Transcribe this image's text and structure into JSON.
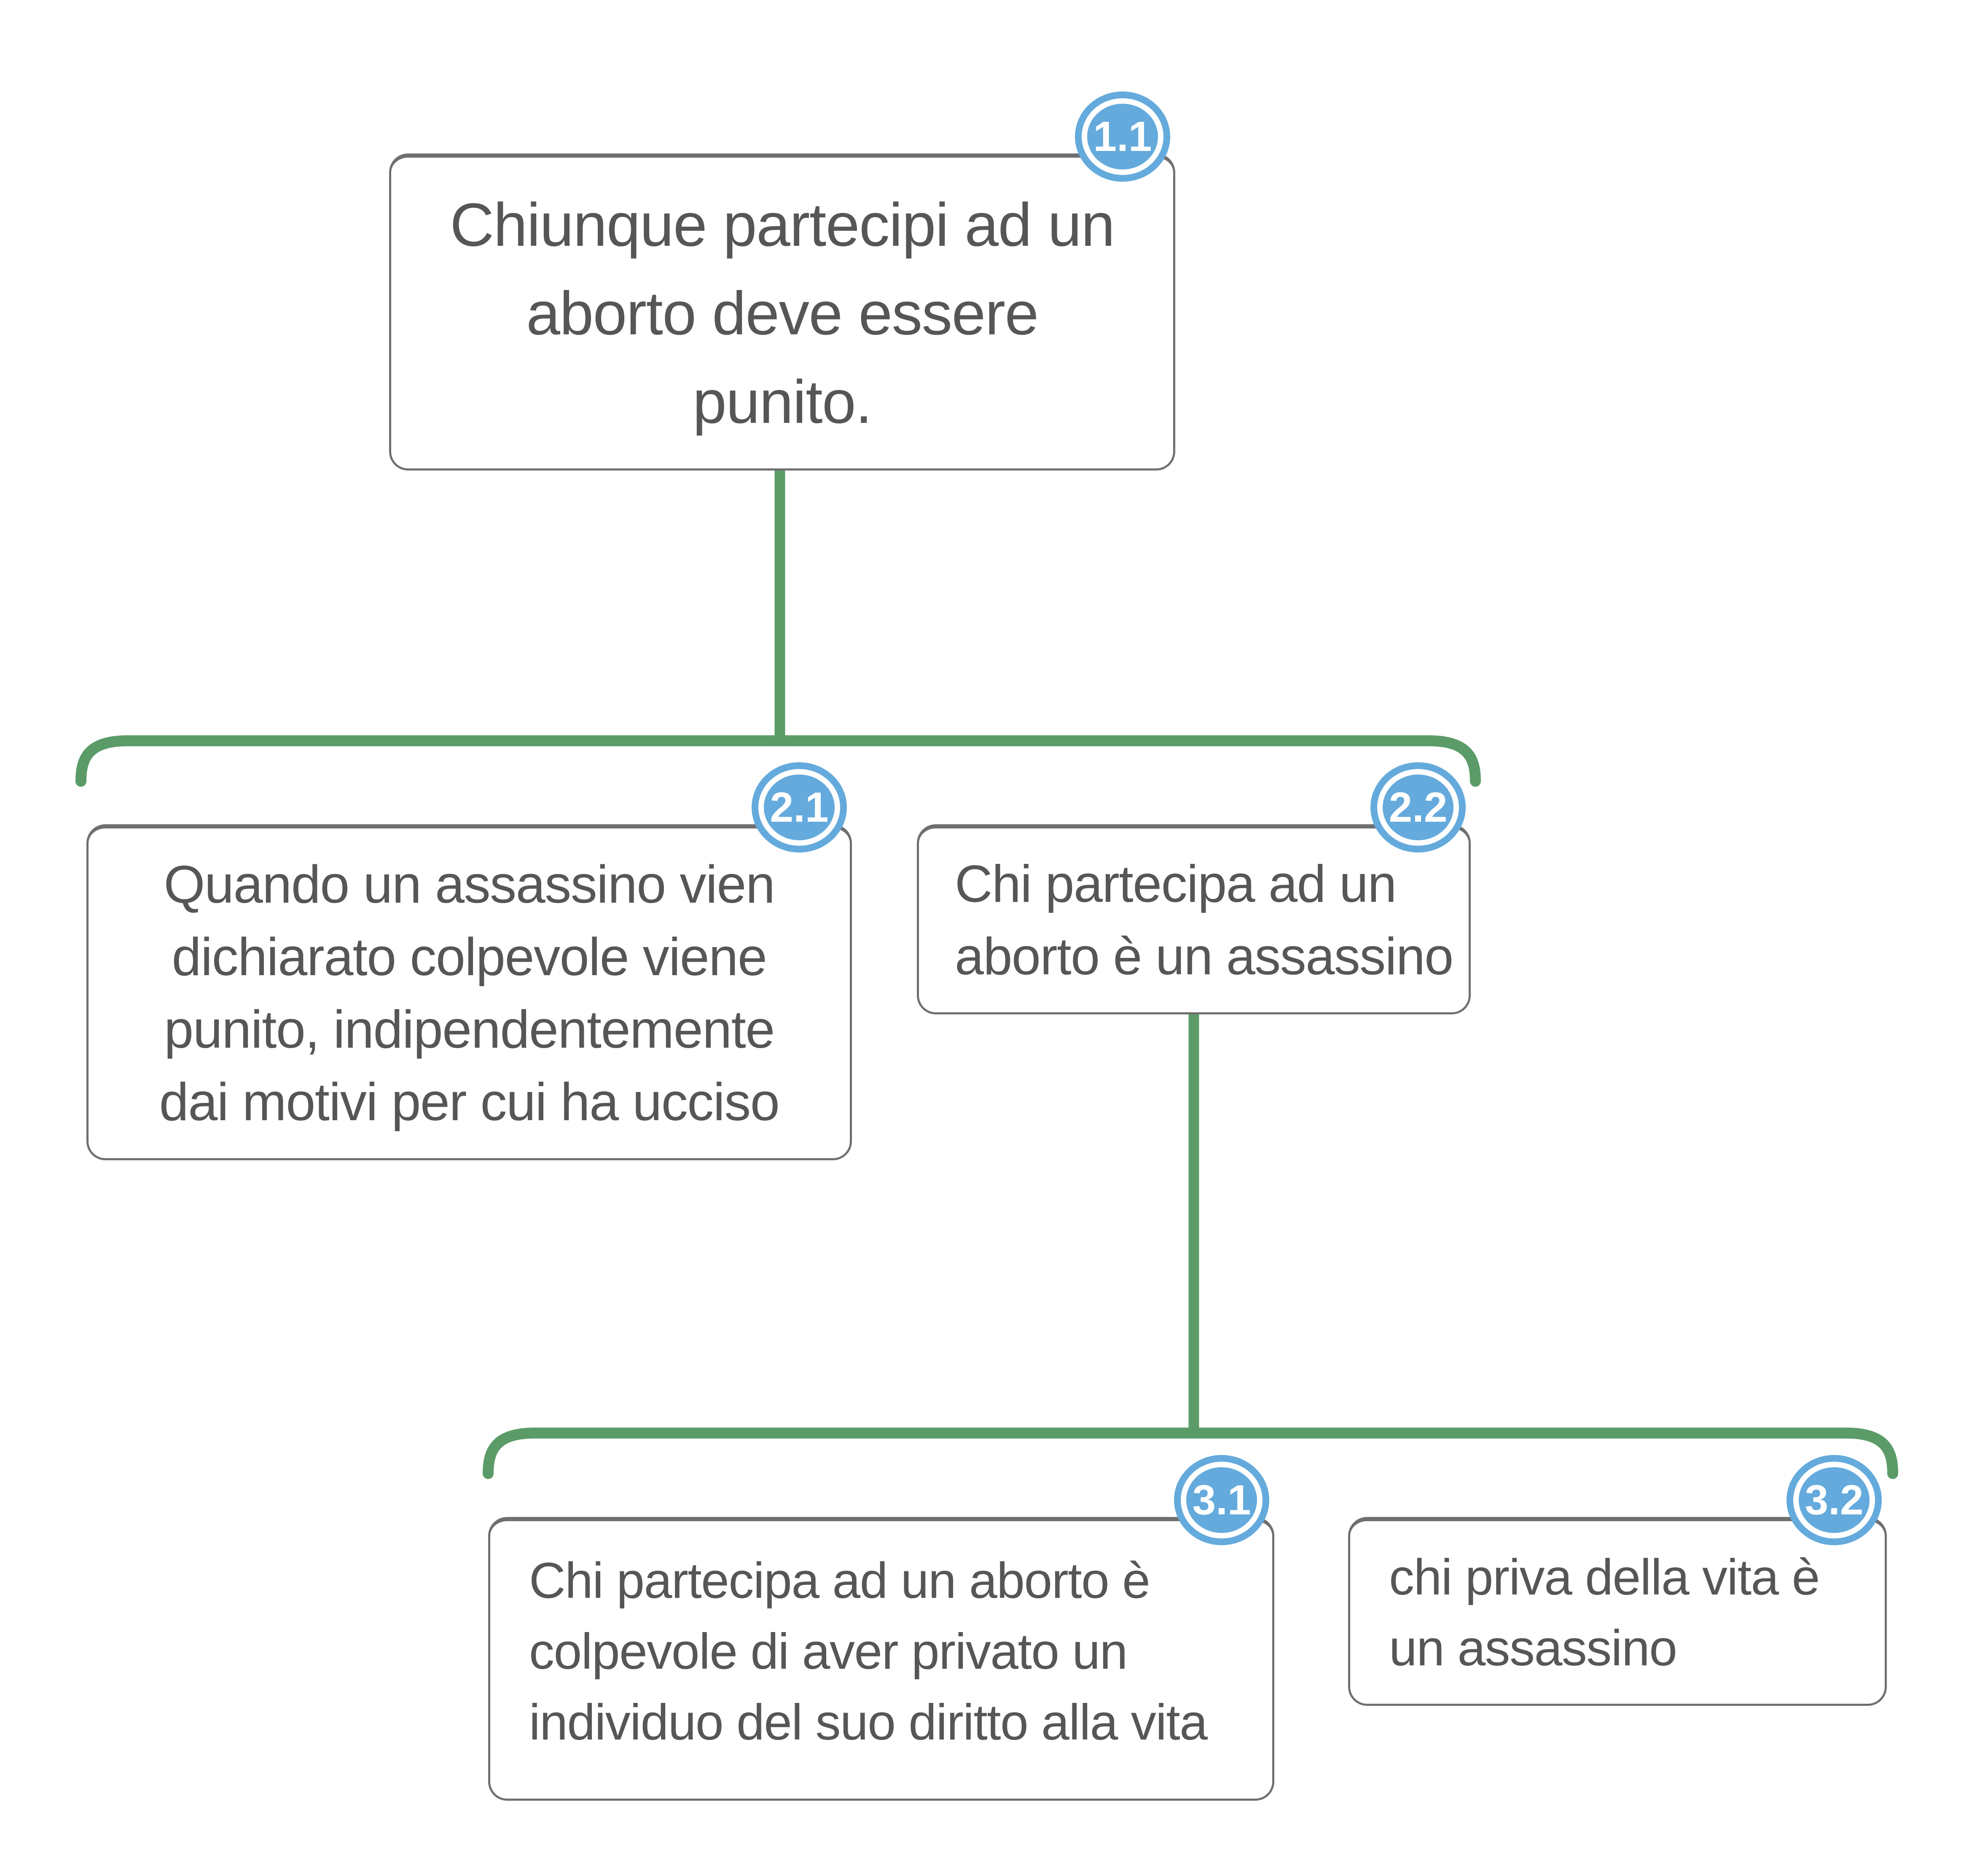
{
  "diagram": {
    "type": "argument-map",
    "nodes": {
      "n11": {
        "id": "1.1",
        "text": "Chiunque partecipi ad un\naborto deve essere\npunito."
      },
      "n21": {
        "id": "2.1",
        "text": "Quando un assassino vien\ndichiarato colpevole viene\npunito, indipendentemente\ndai motivi per cui ha ucciso"
      },
      "n22": {
        "id": "2.2",
        "text": "Chi partecipa ad un\naborto è un assassino"
      },
      "n31": {
        "id": "3.1",
        "text": "Chi partecipa ad un aborto è\ncolpevole di aver privato un\nindividuo del suo diritto alla vita"
      },
      "n32": {
        "id": "3.2",
        "text": "chi priva della vita è\nun assassino"
      }
    },
    "edges": [
      {
        "from": "1.1",
        "to": [
          "2.1",
          "2.2"
        ]
      },
      {
        "from": "2.2",
        "to": [
          "3.1",
          "3.2"
        ]
      }
    ],
    "colors": {
      "connector_green": "#5b9b68",
      "badge_blue": "#64aadc",
      "box_border_gray": "#6f6f6f",
      "text_gray": "#565659",
      "background": "#ffffff"
    }
  }
}
